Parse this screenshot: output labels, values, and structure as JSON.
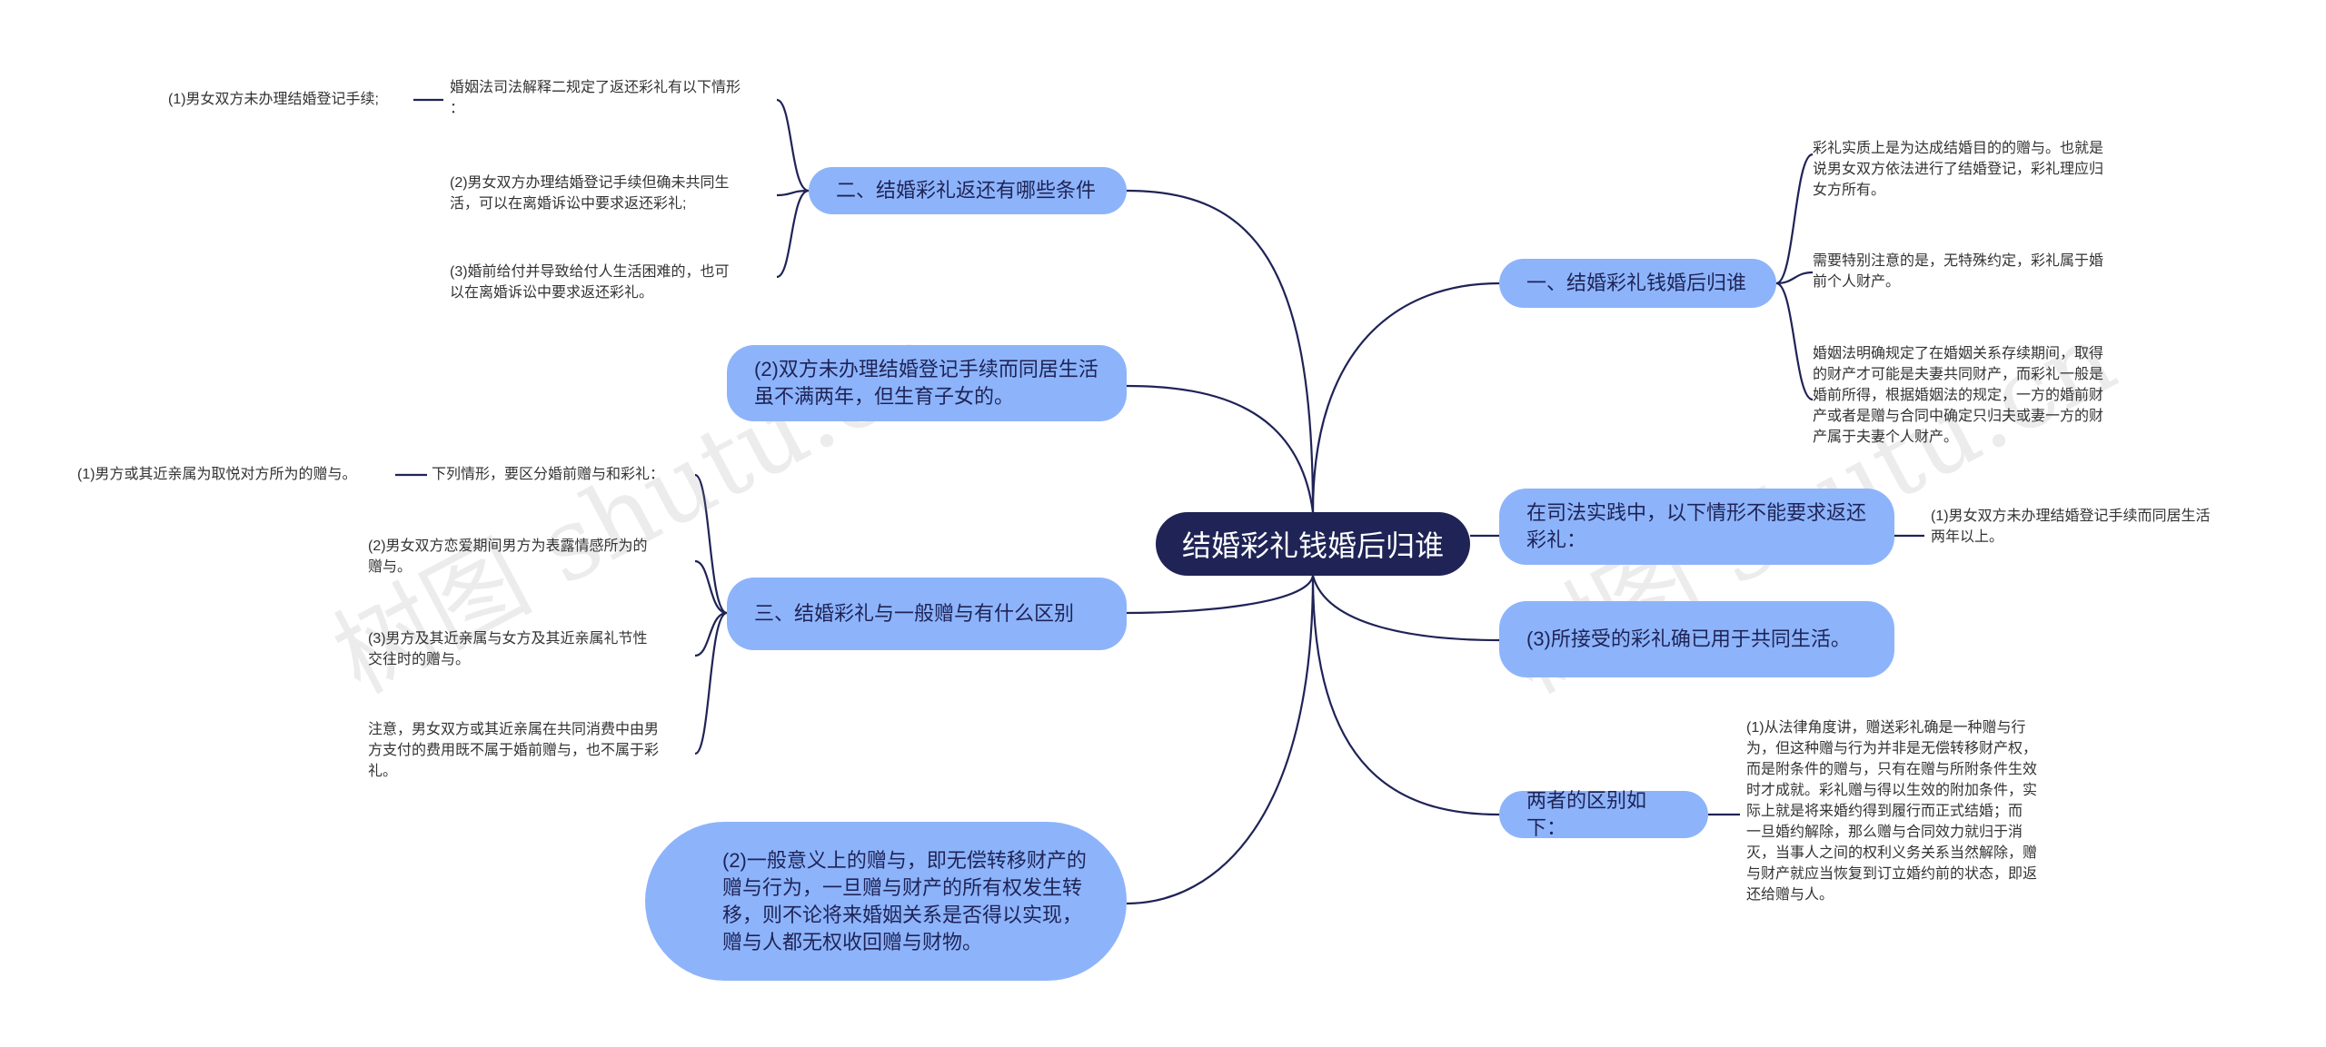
{
  "root": "结婚彩礼钱婚后归谁",
  "branches": {
    "r1": "一、结婚彩礼钱婚后归谁",
    "r2": "在司法实践中，以下情形不能要求返还彩礼：",
    "r3": "(3)所接受的彩礼确已用于共同生活。",
    "r4": "两者的区别如下：",
    "l1": "二、结婚彩礼返还有哪些条件",
    "l2": "(2)双方未办理结婚登记手续而同居生活虽不满两年，但生育子女的。",
    "l3": "三、结婚彩礼与一般赠与有什么区别",
    "l4": "(2)一般意义上的赠与，即无偿转移财产的赠与行为，一旦赠与财产的所有权发生转移，则不论将来婚姻关系是否得以实现，赠与人都无权收回赠与财物。"
  },
  "leaves": {
    "r1a": "彩礼实质上是为达成结婚目的的赠与。也就是\n说男女双方依法进行了结婚登记，彩礼理应归\n女方所有。",
    "r1b": "需要特别注意的是，无特殊约定，彩礼属于婚\n前个人财产。",
    "r1c": "婚姻法明确规定了在婚姻关系存续期间，取得\n的财产才可能是夫妻共同财产，而彩礼一般是\n婚前所得，根据婚姻法的规定，一方的婚前财\n产或者是赠与合同中确定只归夫或妻一方的财\n产属于夫妻个人财产。",
    "r2a": "(1)男女双方未办理结婚登记手续而同居生活\n两年以上。",
    "r4a": "(1)从法律角度讲，赠送彩礼确是一种赠与行\n为，但这种赠与行为并非是无偿转移财产权，\n而是附条件的赠与，只有在赠与所附条件生效\n时才成就。彩礼赠与得以生效的附加条件，实\n际上就是将来婚约得到履行而正式结婚；而\n一旦婚约解除，那么赠与合同效力就归于消\n灭，当事人之间的权利义务关系当然解除，赠\n与财产就应当恢复到订立婚约前的状态，即返\n还给赠与人。",
    "l1a": "婚姻法司法解释二规定了返还彩礼有以下情形\n：",
    "l1a1": "(1)男女双方未办理结婚登记手续;",
    "l1b": "(2)男女双方办理结婚登记手续但确未共同生\n活，可以在离婚诉讼中要求返还彩礼;",
    "l1c": "(3)婚前给付并导致给付人生活困难的，也可\n以在离婚诉讼中要求返还彩礼。",
    "l3a": "下列情形，要区分婚前赠与和彩礼：",
    "l3a1": "(1)男方或其近亲属为取悦对方所为的赠与。",
    "l3b": "(2)男女双方恋爱期间男方为表露情感所为的\n赠与。",
    "l3c": "(3)男方及其近亲属与女方及其近亲属礼节性\n交往时的赠与。",
    "l3d": "注意，男女双方或其近亲属在共同消费中由男\n方支付的费用既不属于婚前赠与，也不属于彩\n礼。"
  },
  "watermarks": [
    "树图 shutu.cn",
    "树图 shutu.cn"
  ],
  "colors": {
    "root": "#1f2356",
    "branch": "#8db4fb",
    "line": "#1f2356"
  }
}
